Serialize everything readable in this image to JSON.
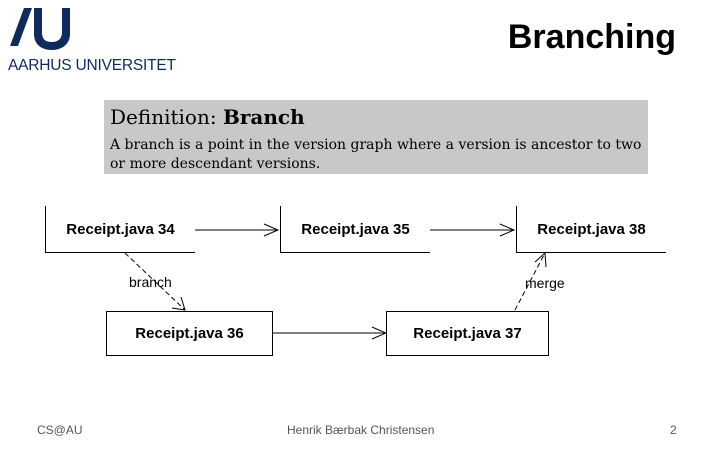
{
  "header": {
    "logo_text": "AARHUS UNIVERSITET",
    "logo_icon": "au-logo-icon",
    "title": "Branching"
  },
  "definition": {
    "label": "Definition:",
    "term": "Branch",
    "text": "A branch is a point in the version graph where a version is ancestor to two or more descendant versions."
  },
  "diagram": {
    "nodes": [
      {
        "id": "r34",
        "label": "Receipt.java 34"
      },
      {
        "id": "r35",
        "label": "Receipt.java 35"
      },
      {
        "id": "r38",
        "label": "Receipt.java 38"
      },
      {
        "id": "r36",
        "label": "Receipt.java 36"
      },
      {
        "id": "r37",
        "label": "Receipt.java 37"
      }
    ],
    "edges": [
      {
        "from": "r34",
        "to": "r35",
        "label": ""
      },
      {
        "from": "r35",
        "to": "r38",
        "label": ""
      },
      {
        "from": "r34",
        "to": "r36",
        "label": "branch"
      },
      {
        "from": "r36",
        "to": "r37",
        "label": ""
      },
      {
        "from": "r37",
        "to": "r38",
        "label": "merge"
      }
    ]
  },
  "footer": {
    "left": "CS@AU",
    "center": "Henrik Bærbak Christensen",
    "page_number": "2"
  },
  "colors": {
    "logo": "#0f2a5c",
    "definition_background": "#c8c8c8",
    "footer_text": "#555555"
  }
}
